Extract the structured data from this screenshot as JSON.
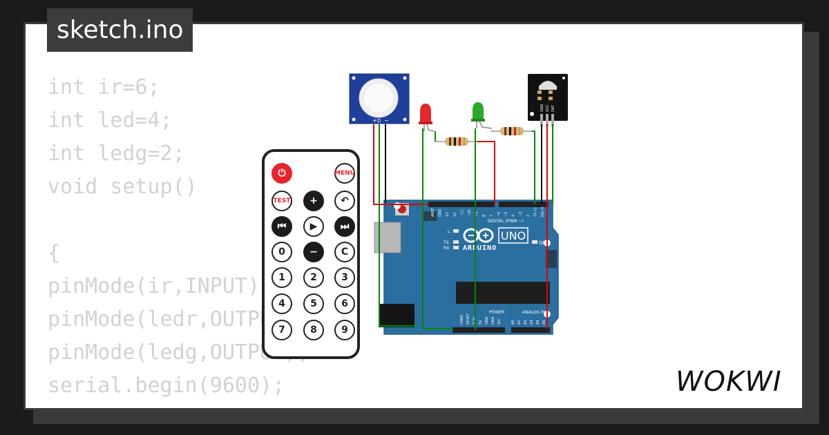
{
  "tab": {
    "filename": "sketch.ino"
  },
  "code": {
    "lines": [
      "int ir=6;",
      "int led=4;",
      "int ledg=2;",
      "void setup()",
      "",
      "{",
      "pinMode(ir,INPUT);",
      "pinMode(ledr,OUTPUT);",
      "pinMode(ledg,OUTPUT);",
      "serial.begin(9600);",
      "}"
    ]
  },
  "remote": {
    "buttons": [
      {
        "label": "⏻",
        "icon": "power-icon"
      },
      {
        "label": "MENU"
      },
      {
        "label": "TEST"
      },
      {
        "label": "+",
        "icon": "plus-icon"
      },
      {
        "label": "↶",
        "icon": "back-icon"
      },
      {
        "label": "⏮",
        "icon": "previous-icon"
      },
      {
        "label": "▶",
        "icon": "play-icon"
      },
      {
        "label": "⏭",
        "icon": "next-icon"
      },
      {
        "label": "0"
      },
      {
        "label": "−",
        "icon": "minus-icon"
      },
      {
        "label": "C"
      },
      {
        "label": "1"
      },
      {
        "label": "2"
      },
      {
        "label": "3"
      },
      {
        "label": "4"
      },
      {
        "label": "5"
      },
      {
        "label": "6"
      },
      {
        "label": "7"
      },
      {
        "label": "8"
      },
      {
        "label": "9"
      }
    ]
  },
  "board": {
    "name": "UNO",
    "brand": "ARDUINO",
    "digital_label": "DIGITAL (PWM ~)",
    "power_label": "POWER",
    "analog_label": "ANALOG IN",
    "on_label": "ON",
    "led_labels": [
      "L",
      "TX",
      "RX"
    ],
    "digital_pins": [
      "AREF",
      "GND",
      "13",
      "12",
      "~11",
      "~10",
      "~9",
      "8",
      "7",
      "~6",
      "~5",
      "4",
      "~3",
      "2",
      "TX→1",
      "RX←0"
    ],
    "power_pins": [
      "IOREF",
      "RESET",
      "3.3V",
      "5V",
      "GND",
      "GND",
      "Vin"
    ],
    "analog_pins": [
      "A0",
      "A1",
      "A2",
      "A3",
      "A4",
      "A5"
    ]
  },
  "sensors": {
    "pir_pins": [
      "+",
      "D",
      "−"
    ],
    "ir_receiver_pins": [
      "GND",
      "VCC",
      "DAT"
    ]
  },
  "logo": {
    "text": "WOKWI"
  },
  "colors": {
    "background": "#1a1a1a",
    "card": "#ffffff",
    "tab": "#3c3c3c",
    "code_text": "#d2d2d2",
    "board": "#2b6ea0",
    "wire_red": "#e00000",
    "wire_green": "#008a00",
    "wire_black": "#111111",
    "led_red": "#e42a2a",
    "led_green": "#2aa82a"
  }
}
